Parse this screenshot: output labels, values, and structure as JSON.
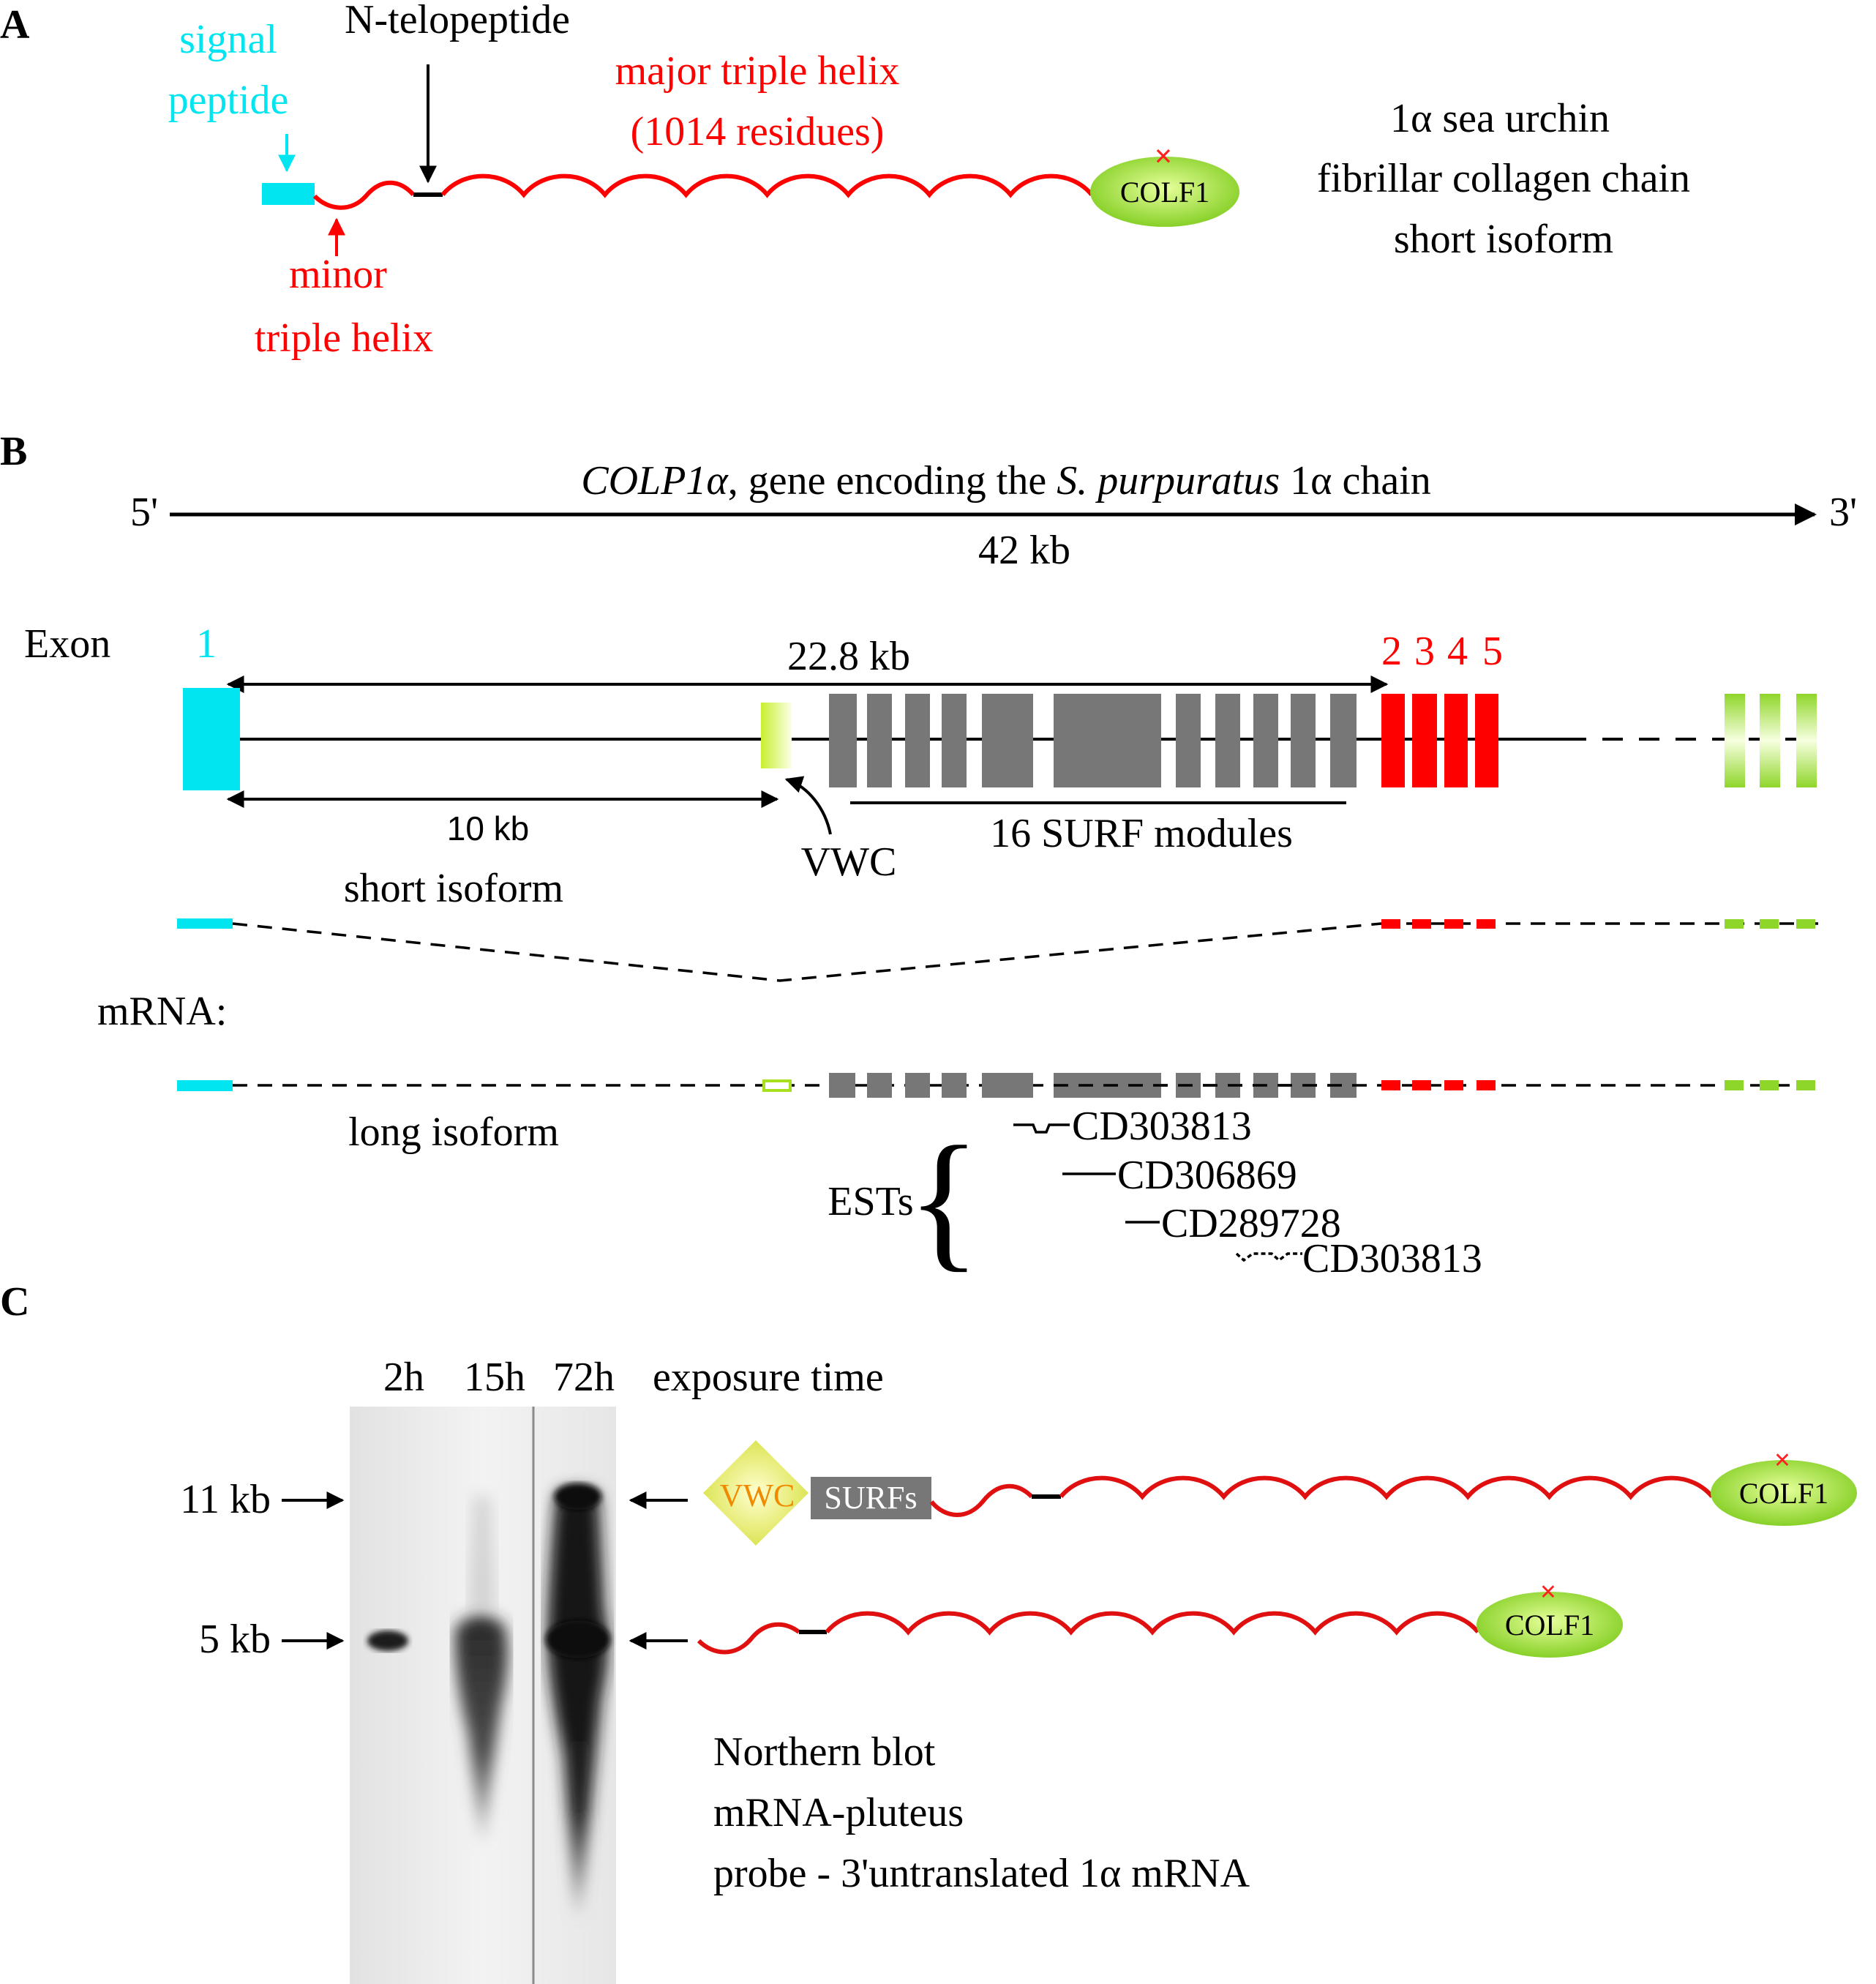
{
  "panels": {
    "a": "A",
    "b": "B",
    "c": "C"
  },
  "colors": {
    "red": "#ff0000",
    "cyan": "#00e5f0",
    "green": "#8fd62a",
    "gray": "#777777",
    "black": "#000000",
    "vwc_yellow": "#eef07a"
  },
  "panel_a": {
    "signal_label_1": "signal",
    "signal_label_2": "peptide",
    "n_telopeptide": "N-telopeptide",
    "major_1": "major triple helix",
    "major_2": "(1014 residues)",
    "minor_1": "minor",
    "minor_2": "triple helix",
    "colf1": "COLF1",
    "desc_1": "1α sea urchin",
    "desc_2": "fibrillar collagen chain",
    "desc_3": "short isoform"
  },
  "panel_b": {
    "five_prime": "5'",
    "three_prime": "3'",
    "gene_name": "COLP1α",
    "gene_mid": ", gene encoding the ",
    "species": "S. purpuratus",
    "gene_end": " 1α chain",
    "gene_length": "42 kb",
    "exon_label": "Exon",
    "exon_1": "1",
    "exons_2_5": [
      "2",
      "3",
      "4",
      "5"
    ],
    "span_long": "22.8 kb",
    "span_short": "10 kb",
    "vwc": "VWC",
    "surf_modules": "16 SURF modules",
    "short_isoform": "short isoform",
    "mrna": "mRNA:",
    "long_isoform": "long isoform",
    "ests_label": "ESTs",
    "ests": [
      "CD303813",
      "CD306869",
      "CD289728",
      "CD303813"
    ]
  },
  "panel_c": {
    "lanes": [
      "2h",
      "15h",
      "72h"
    ],
    "exposure_time": "exposure time",
    "marker_11": "11 kb",
    "marker_5": "5 kb",
    "vwc": "VWC",
    "surfs": "SURFs",
    "colf1": "COLF1",
    "note_1": "Northern blot",
    "note_2": "mRNA-pluteus",
    "note_3": "probe - 3'untranslated 1α mRNA"
  }
}
